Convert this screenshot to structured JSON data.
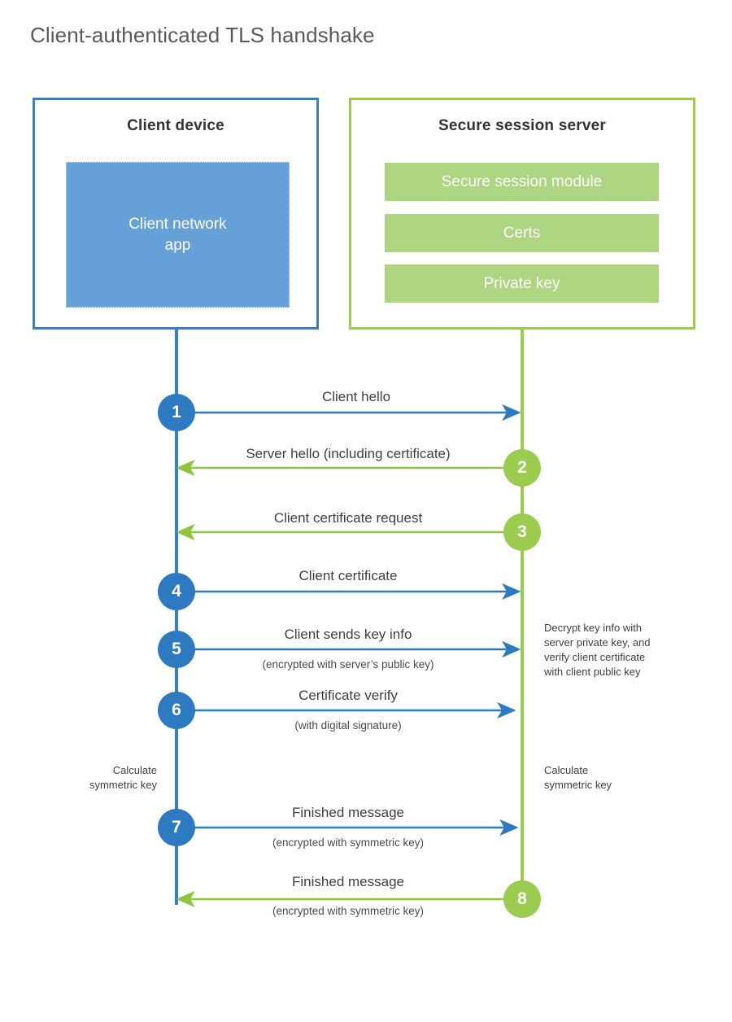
{
  "title": "Client-authenticated TLS handshake",
  "colors": {
    "client_accent": "#3b7dc4",
    "client_circle": "#2d7ac0",
    "client_app_fill": "#65a0d7",
    "server_accent": "#9ccc4f",
    "server_module_fill": "#aed581",
    "title_text": "#5a5a5a",
    "body_text": "#3f3f3f",
    "background": "#ffffff"
  },
  "client": {
    "title": "Client device",
    "app_label": "Client network\napp",
    "app_label_line1": "Client network",
    "app_label_line2": "app"
  },
  "server": {
    "title": "Secure session server",
    "modules": [
      {
        "label": "Secure session module"
      },
      {
        "label": "Certs"
      },
      {
        "label": "Private key"
      }
    ]
  },
  "notes": {
    "client_calculate": "Calculate\nsymmetric key",
    "client_calculate_line1": "Calculate",
    "client_calculate_line2": "symmetric key",
    "server_calculate_line1": "Calculate",
    "server_calculate_line2": "symmetric key",
    "server_decrypt_line1": "Decrypt key info with",
    "server_decrypt_line2": "server private key, and",
    "server_decrypt_line3": "verify client certificate",
    "server_decrypt_line4": "with client public key"
  },
  "messages": [
    {
      "step": "1",
      "label": "Client hello",
      "sub": "",
      "direction": "client-to-server",
      "origin": "client"
    },
    {
      "step": "2",
      "label": "Server hello (including certificate)",
      "sub": "",
      "direction": "server-to-client",
      "origin": "server"
    },
    {
      "step": "3",
      "label": "Client certificate request",
      "sub": "",
      "direction": "server-to-client",
      "origin": "server"
    },
    {
      "step": "4",
      "label": "Client certificate",
      "sub": "",
      "direction": "client-to-server",
      "origin": "client"
    },
    {
      "step": "5",
      "label": "Client sends key info",
      "sub": "(encrypted with server’s public key)",
      "direction": "client-to-server",
      "origin": "client"
    },
    {
      "step": "6",
      "label": "Certificate verify",
      "sub": "(with digital signature)",
      "direction": "client-to-server",
      "origin": "client"
    },
    {
      "step": "7",
      "label": "Finished message",
      "sub": "(encrypted with symmetric key)",
      "direction": "client-to-server",
      "origin": "client"
    },
    {
      "step": "8",
      "label": "Finished message",
      "sub": "(encrypted with symmetric key)",
      "direction": "server-to-client",
      "origin": "server"
    }
  ]
}
